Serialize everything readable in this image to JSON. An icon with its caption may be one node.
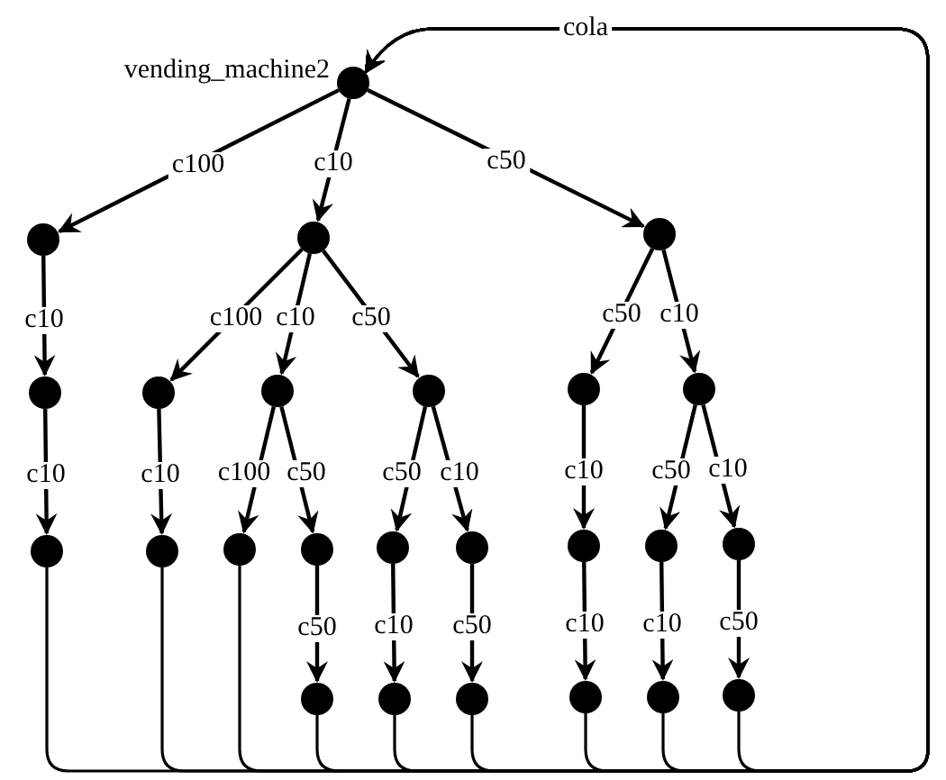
{
  "diagram": {
    "nodes": [
      {
        "text": [],
        "shape": "circle",
        "beside": [
          "vending_machine2"
        ]
      },
      {
        "text": [],
        "shape": "circle"
      },
      {
        "text": [],
        "shape": "circle"
      },
      {
        "text": [],
        "shape": "circle"
      },
      {
        "text": [],
        "shape": "circle"
      },
      {
        "text": [],
        "shape": "circle"
      },
      {
        "text": [],
        "shape": "circle"
      },
      {
        "text": [],
        "shape": "circle"
      },
      {
        "text": [],
        "shape": "circle"
      },
      {
        "text": [],
        "shape": "circle"
      },
      {
        "text": [],
        "shape": "circle"
      },
      {
        "text": [],
        "shape": "circle"
      },
      {
        "text": [],
        "shape": "circle"
      },
      {
        "text": [],
        "shape": "circle"
      },
      {
        "text": [],
        "shape": "circle"
      },
      {
        "text": [],
        "shape": "circle"
      },
      {
        "text": [],
        "shape": "circle"
      },
      {
        "text": [],
        "shape": "circle"
      },
      {
        "text": [],
        "shape": "circle"
      },
      {
        "text": [],
        "shape": "circle"
      },
      {
        "text": [],
        "shape": "circle"
      },
      {
        "text": [],
        "shape": "circle"
      },
      {
        "text": [],
        "shape": "circle"
      },
      {
        "text": [],
        "shape": "circle"
      },
      {
        "text": [],
        "shape": "circle"
      }
    ],
    "edges": [
      {
        "from": 0,
        "to": 1,
        "arrow": "to",
        "label": "c100"
      },
      {
        "from": 0,
        "to": 2,
        "arrow": "to",
        "label": "c10"
      },
      {
        "from": 0,
        "to": 3,
        "arrow": "to",
        "label": "c50"
      },
      {
        "from": 1,
        "to": 4,
        "arrow": "to",
        "label": "c10"
      },
      {
        "from": 2,
        "to": 5,
        "arrow": "to",
        "label": "c100"
      },
      {
        "from": 2,
        "to": 6,
        "arrow": "to",
        "label": "c10"
      },
      {
        "from": 2,
        "to": 7,
        "arrow": "to",
        "label": "c50"
      },
      {
        "from": 3,
        "to": 8,
        "arrow": "to",
        "label": "c50"
      },
      {
        "from": 3,
        "to": 9,
        "arrow": "to",
        "label": "c10"
      },
      {
        "from": 4,
        "to": 10,
        "arrow": "to",
        "label": "c10"
      },
      {
        "from": 5,
        "to": 11,
        "arrow": "to",
        "label": "c10"
      },
      {
        "from": 6,
        "to": 12,
        "arrow": "to",
        "label": "c100"
      },
      {
        "from": 6,
        "to": 13,
        "arrow": "to",
        "label": "c50"
      },
      {
        "from": 7,
        "to": 14,
        "arrow": "to",
        "label": "c50"
      },
      {
        "from": 7,
        "to": 15,
        "arrow": "to",
        "label": "c10"
      },
      {
        "from": 8,
        "to": 16,
        "arrow": "to",
        "label": "c10"
      },
      {
        "from": 9,
        "to": 17,
        "arrow": "to",
        "label": "c50"
      },
      {
        "from": 9,
        "to": 18,
        "arrow": "to",
        "label": "c10"
      },
      {
        "from": 13,
        "to": 19,
        "arrow": "to",
        "label": "c50"
      },
      {
        "from": 14,
        "to": 20,
        "arrow": "to",
        "label": "c10"
      },
      {
        "from": 15,
        "to": 21,
        "arrow": "to",
        "label": "c50"
      },
      {
        "from": 16,
        "to": 22,
        "arrow": "to",
        "label": "c10"
      },
      {
        "from": 17,
        "to": 23,
        "arrow": "to",
        "label": "c10"
      },
      {
        "from": 18,
        "to": 24,
        "arrow": "to",
        "label": "c50"
      },
      {
        "from": 10,
        "to": 0,
        "arrow": "to"
      },
      {
        "from": 11,
        "to": 0,
        "arrow": "to"
      },
      {
        "from": 12,
        "to": 0,
        "arrow": "to"
      },
      {
        "from": 19,
        "to": 0,
        "arrow": "to"
      },
      {
        "from": 20,
        "to": 0,
        "arrow": "to"
      },
      {
        "from": 21,
        "to": 0,
        "arrow": "to"
      },
      {
        "from": 22,
        "to": 0,
        "arrow": "to"
      },
      {
        "from": 23,
        "to": 0,
        "arrow": "to"
      },
      {
        "from": 24,
        "to": 0,
        "arrow": "to",
        "label": "cola"
      }
    ]
  }
}
